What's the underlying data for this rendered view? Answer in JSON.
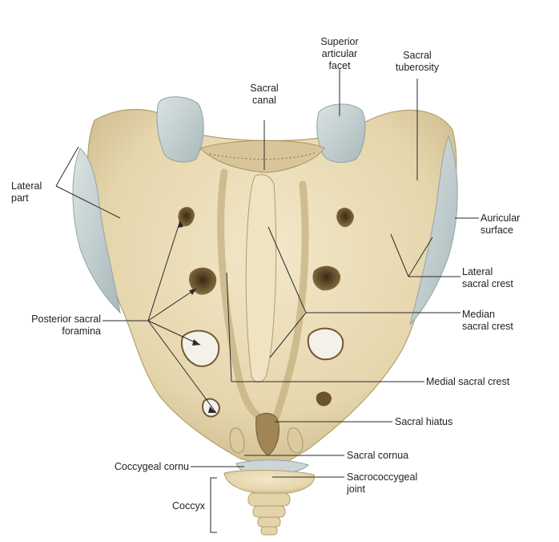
{
  "colors": {
    "bone": "#e9dcb8",
    "bone_shadow": "#cbb98b",
    "bone_dark": "#8a7850",
    "cartilage": "#c8d3d4",
    "cartilage_edge": "#9fb0b3",
    "leader": "#2a2a2a"
  },
  "labels": {
    "superior_articular_facet": "Superior\narticular\nfacet",
    "sacral_tuberosity": "Sacral\ntuberosity",
    "sacral_canal": "Sacral\ncanal",
    "lateral_part": "Lateral\npart",
    "auricular_surface": "Auricular\nsurface",
    "lateral_sacral_crest": "Lateral\nsacral crest",
    "median_sacral_crest": "Median\nsacral crest",
    "posterior_sacral_foramina": "Posterior sacral\nforamina",
    "medial_sacral_crest": "Medial sacral crest",
    "sacral_hiatus": "Sacral hiatus",
    "sacral_cornua": "Sacral cornua",
    "coccygeal_cornu": "Coccygeal cornu",
    "sacrococcygeal_joint": "Sacrococcygeal\njoint",
    "coccyx": "Coccyx"
  }
}
